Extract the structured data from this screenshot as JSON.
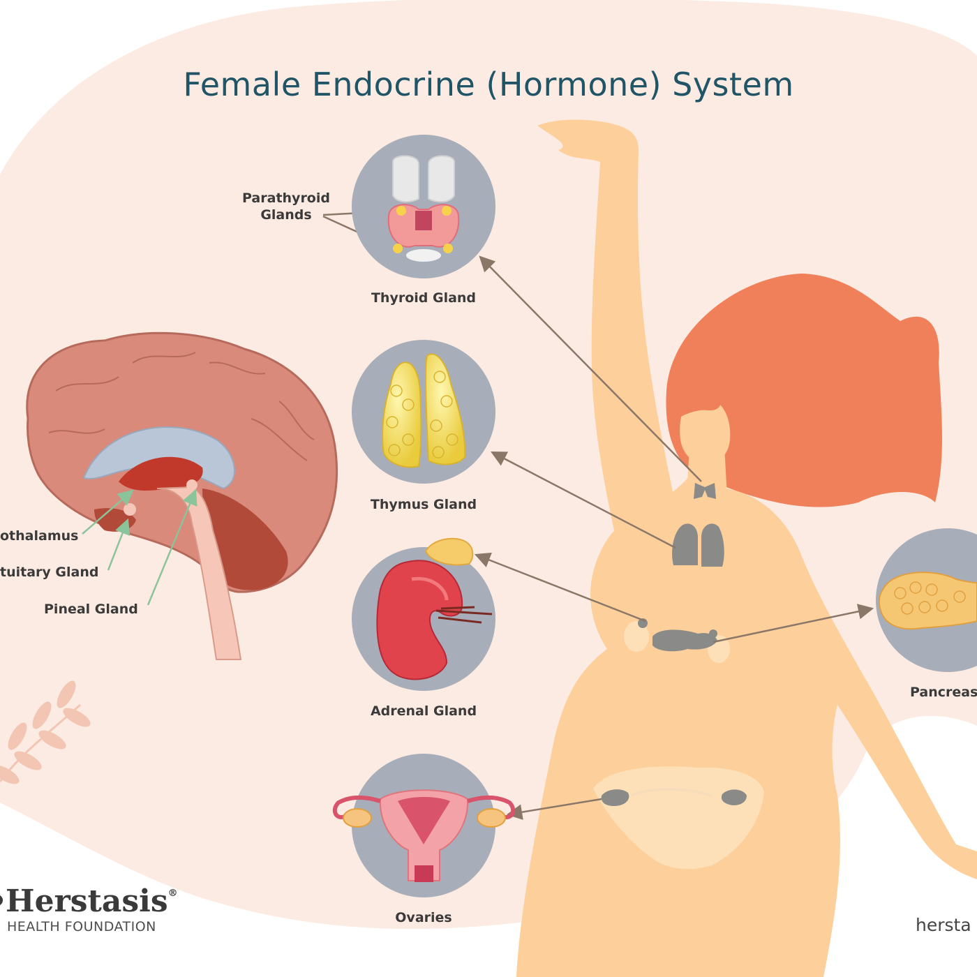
{
  "title": "Female Endocrine (Hormone) System",
  "labels": {
    "parathyroid_line1": "Parathyroid",
    "parathyroid_line2": "Glands",
    "thyroid": "Thyroid Gland",
    "thymus": "Thymus Gland",
    "adrenal": "Adrenal Gland",
    "ovaries": "Ovaries",
    "pancreas": "Pancreas",
    "hypothalamus": "othalamus",
    "pituitary": "tuitary Gland",
    "pineal": "Pineal Gland"
  },
  "brand": {
    "name": "Herstasis",
    "registered": "®",
    "subtitle": "HEALTH FOUNDATION",
    "website": "hersta"
  },
  "colors": {
    "background_blob": "#fcebe3",
    "body_skin": "#fdcf9b",
    "hair": "#f0805a",
    "circle_bg": "#a7aeb9",
    "gland_silhouette": "#8a8a88",
    "title": "#1f5566",
    "pointer_brown": "#8b7767",
    "pointer_green": "#8bc39a"
  },
  "icons": [
    "thyroid-gland-icon",
    "thymus-gland-icon",
    "adrenal-gland-icon",
    "ovaries-uterus-icon",
    "pancreas-icon",
    "brain-cross-section-icon",
    "wheat-leaf-decoration-icon",
    "brand-logo-icon"
  ]
}
